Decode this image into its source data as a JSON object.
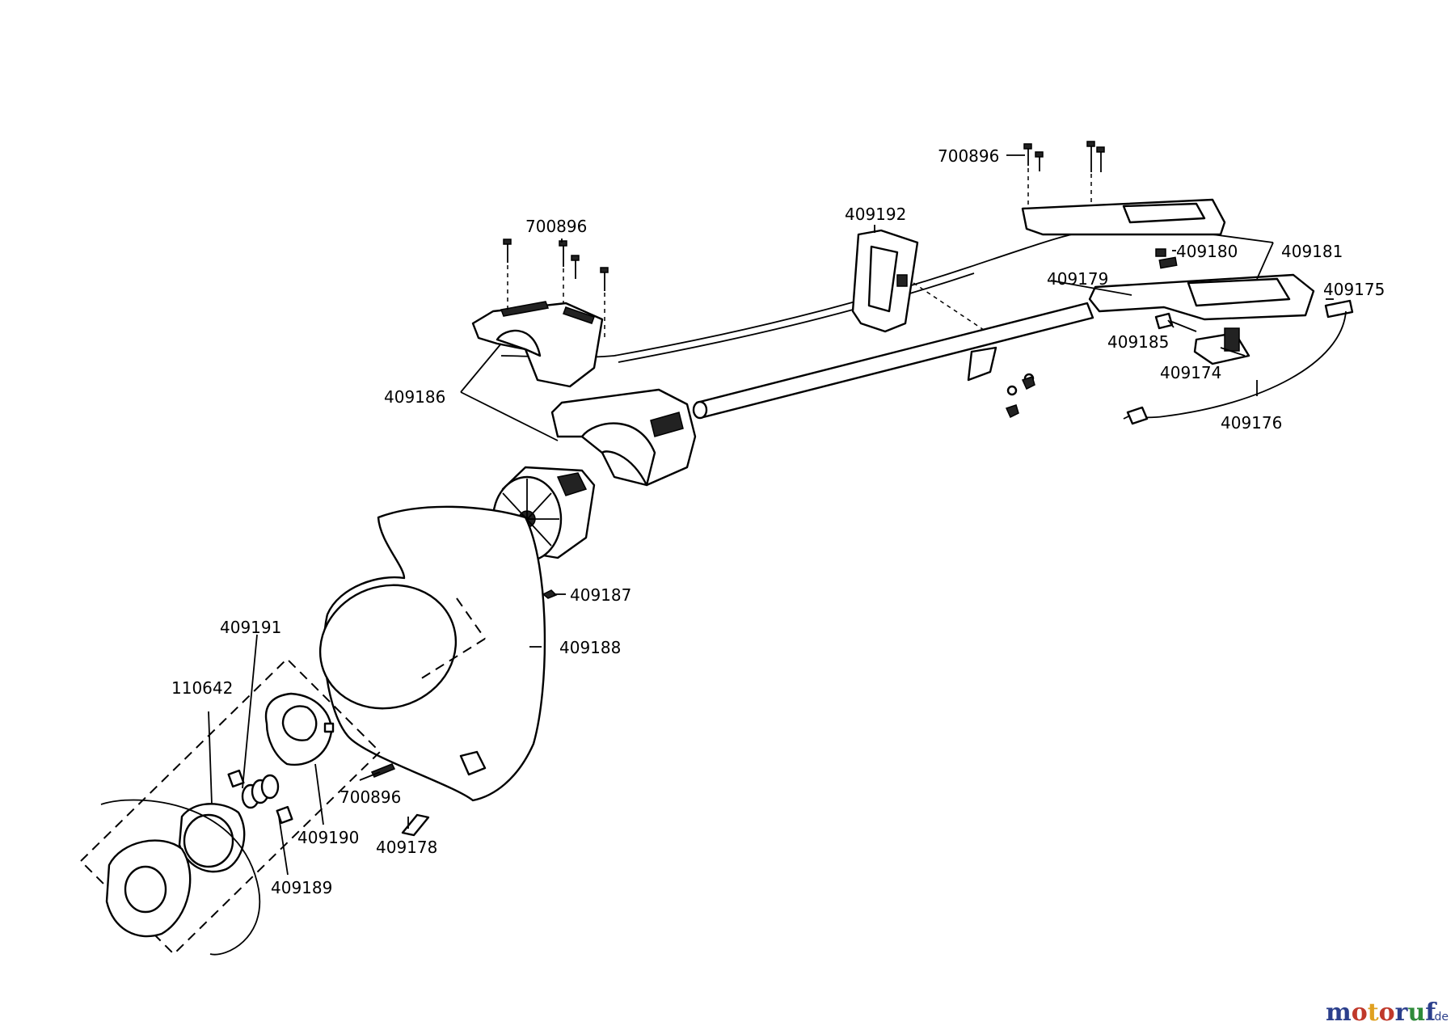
{
  "labels": {
    "screw_right": "700896",
    "handle_grip": "409192",
    "switch_lever": "409180",
    "handle_assembly": "409181",
    "cord_clamp": "409179",
    "cable_grommet": "409175",
    "capacitor": "409185",
    "switch": "409174",
    "power_cord": "409176",
    "screw_left": "700896",
    "motor_housing": "409186",
    "spring_clip": "409187",
    "guard": "409188",
    "spring": "409191",
    "spool": "110642",
    "screw_bottom": "700896",
    "spool_housing": "409190",
    "blade": "409178",
    "button": "409189"
  },
  "watermark": {
    "brand": "motoruf",
    "suffix": ".de",
    "colors": {
      "m": "#2b3f8c",
      "o": "#c0392b",
      "t": "#e0a020",
      "r": "#2b3f8c",
      "u": "#2e8b3a",
      "f": "#2b3f8c"
    }
  }
}
